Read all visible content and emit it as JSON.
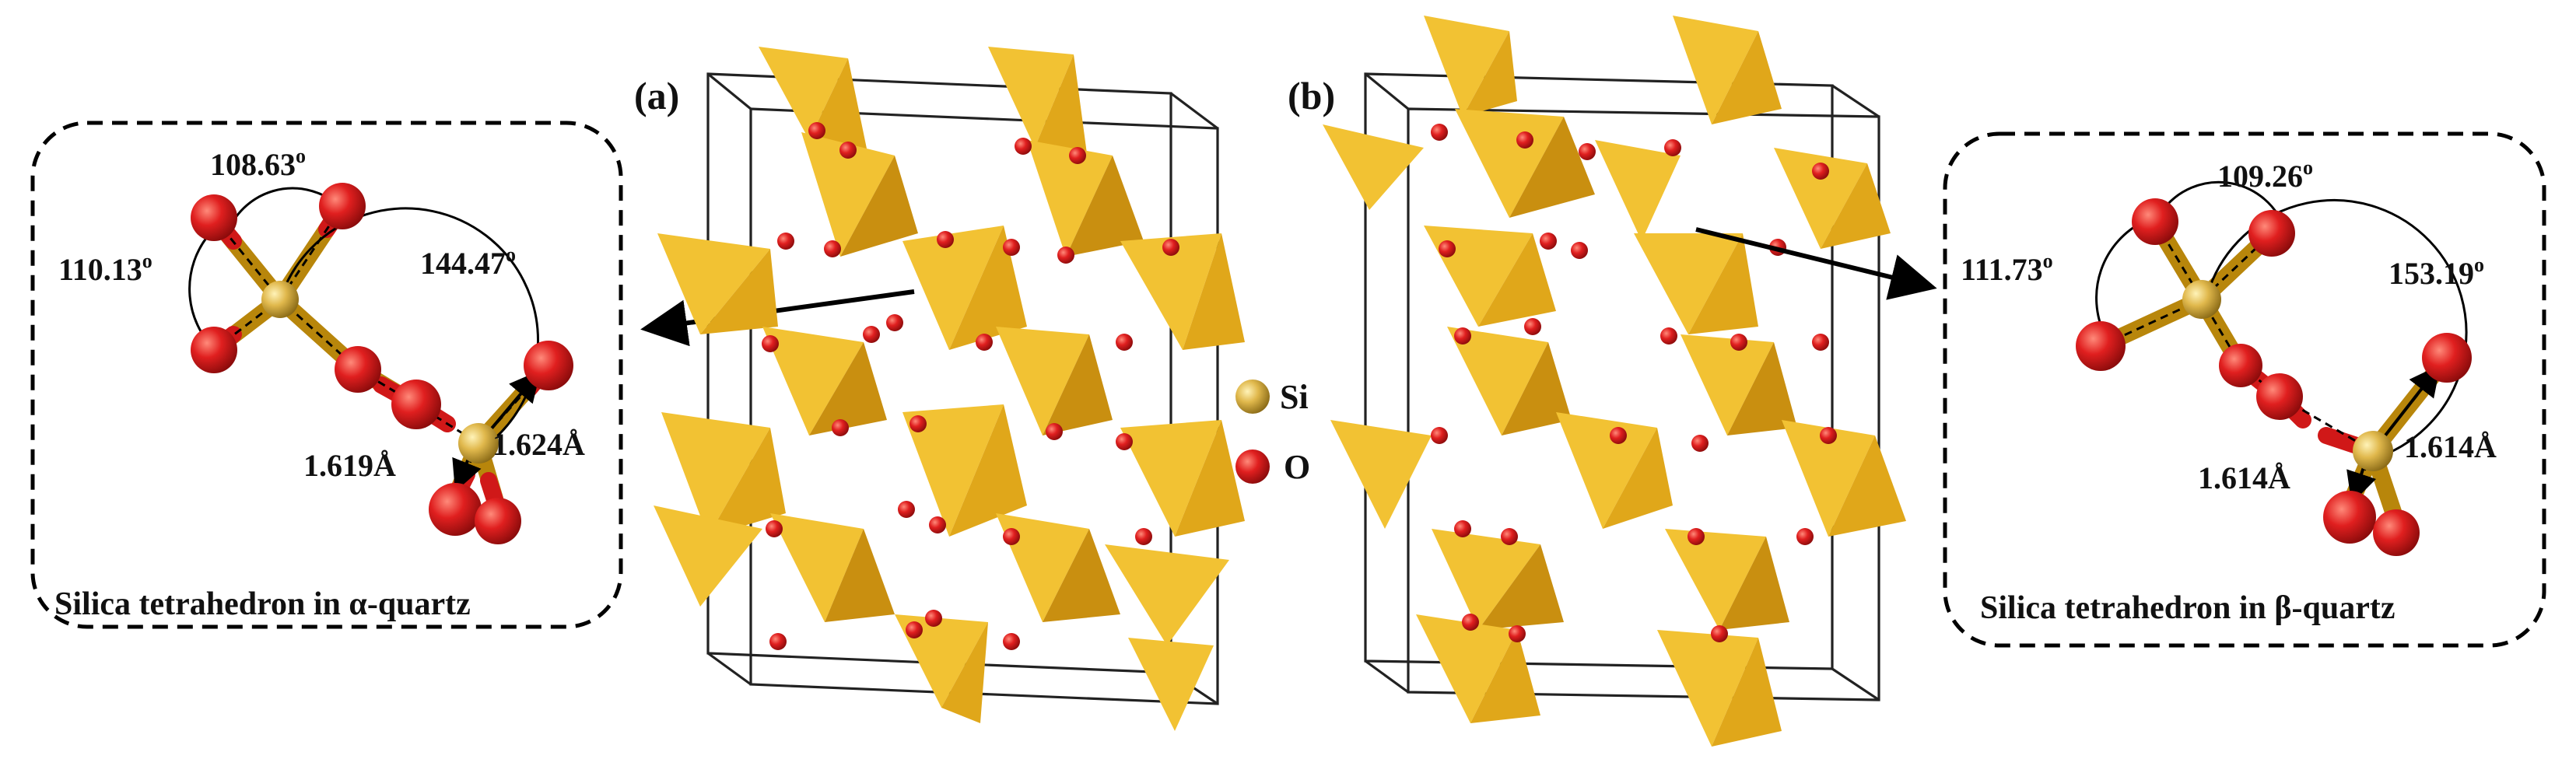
{
  "panels": [
    {
      "tag": "(a)",
      "caption": "Silica tetrahedron in α-quartz",
      "angles": [
        "108.63",
        "110.13",
        "144.47"
      ],
      "angle_unit": "o",
      "bonds": [
        "1.619Å",
        "1.624Å"
      ]
    },
    {
      "tag": "(b)",
      "caption": "Silica tetrahedron in β-quartz",
      "angles": [
        "109.26",
        "111.73",
        "153.19"
      ],
      "angle_unit": "o",
      "bonds": [
        "1.614Å",
        "1.614Å"
      ]
    }
  ],
  "legend": [
    {
      "label": "Si",
      "color": "#d9b44a"
    },
    {
      "label": "O",
      "color": "#d91c1c"
    }
  ],
  "colors": {
    "tetrahedron": "#f2c233",
    "oxygen": "#d91c1c",
    "silicon": "#d9b44a",
    "frame": "#000000"
  }
}
